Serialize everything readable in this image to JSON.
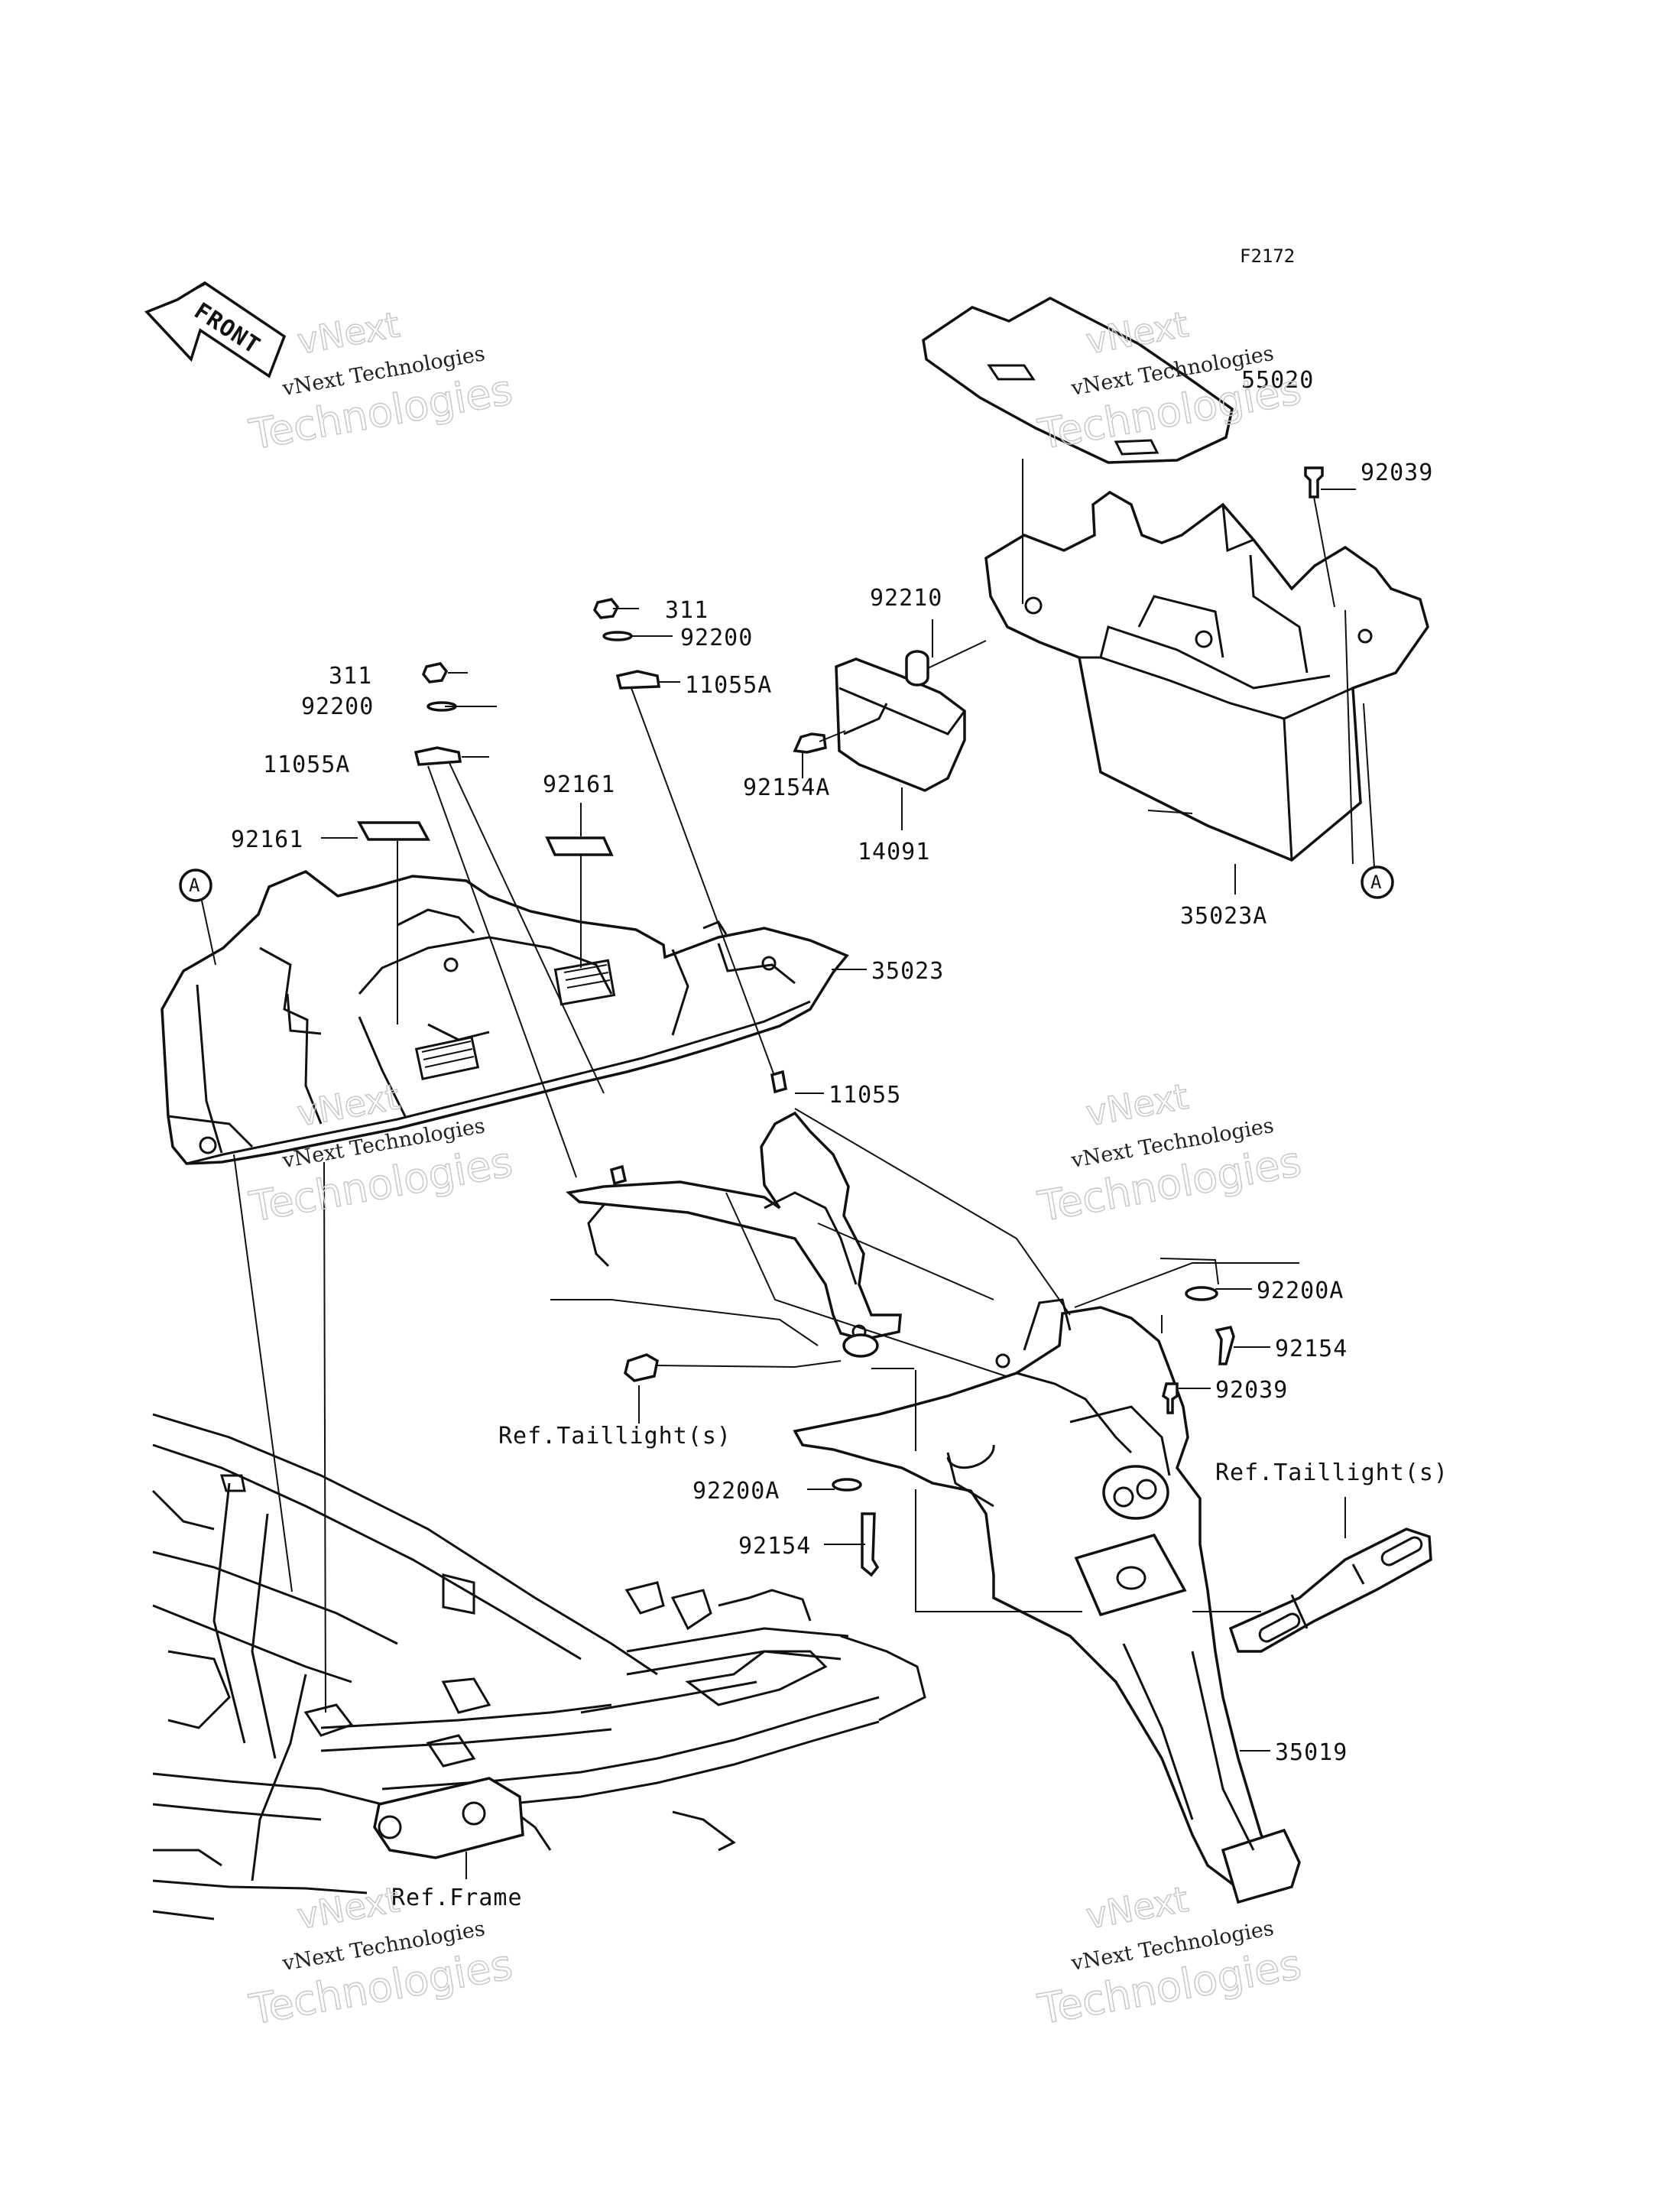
{
  "figure_code": "F2172",
  "direction_tag": "FRONT",
  "watermark": {
    "line1": "vNext",
    "line2": "vNext Technologies",
    "line3": "Technologies"
  },
  "reference_marker": "A",
  "labels": {
    "p55020": "55020",
    "p92039_top": "92039",
    "p311_a": "311",
    "p92200_a": "92200",
    "p11055A_a": "11055A",
    "p92210": "92210",
    "p92154A": "92154A",
    "p14091": "14091",
    "p35023A": "35023A",
    "p311_b": "311",
    "p92200_b": "92200",
    "p11055A_b": "11055A",
    "p92161_a": "92161",
    "p92161_b": "92161",
    "p35023": "35023",
    "p11055": "11055",
    "p92200A_r": "92200A",
    "p92154_r": "92154",
    "p92039_r": "92039",
    "ref_taillight_l": "Ref.Taillight(s)",
    "ref_taillight_r": "Ref.Taillight(s)",
    "p92200A_l": "92200A",
    "p92154_l": "92154",
    "p35019": "35019",
    "ref_frame": "Ref.Frame"
  }
}
